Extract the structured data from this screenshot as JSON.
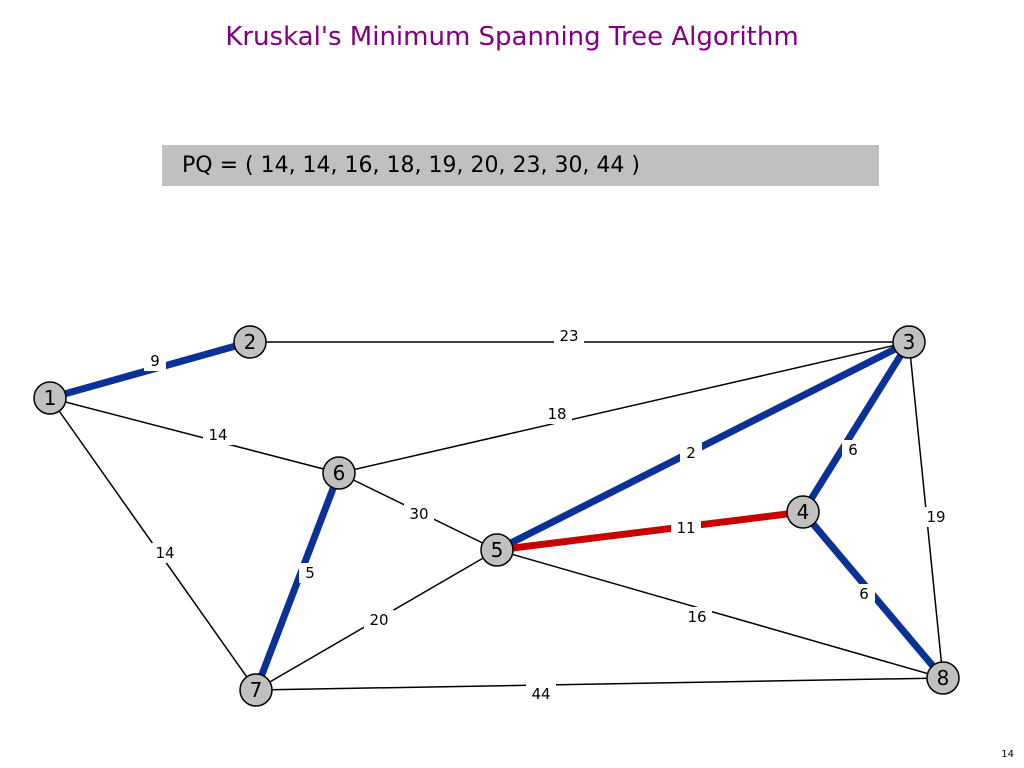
{
  "title": "Kruskal's Minimum Spanning Tree Algorithm",
  "pq_text": "PQ = ( 14, 14, 16, 18, 19, 20, 23, 30, 44 )",
  "page_number": "14",
  "colors": {
    "tree": "#0a3296",
    "current": "#c80000",
    "normal": "#000000",
    "node_fill": "#c0c0c0",
    "title": "#800080"
  },
  "nodes": [
    {
      "id": "1",
      "label": "1"
    },
    {
      "id": "2",
      "label": "2"
    },
    {
      "id": "3",
      "label": "3"
    },
    {
      "id": "4",
      "label": "4"
    },
    {
      "id": "5",
      "label": "5"
    },
    {
      "id": "6",
      "label": "6"
    },
    {
      "id": "7",
      "label": "7"
    },
    {
      "id": "8",
      "label": "8"
    }
  ],
  "edges": [
    {
      "from": "1",
      "to": "2",
      "weight": "9",
      "state": "tree"
    },
    {
      "from": "2",
      "to": "3",
      "weight": "23",
      "state": "normal"
    },
    {
      "from": "1",
      "to": "6",
      "weight": "14",
      "state": "normal"
    },
    {
      "from": "1",
      "to": "7",
      "weight": "14",
      "state": "normal"
    },
    {
      "from": "6",
      "to": "3",
      "weight": "18",
      "state": "normal"
    },
    {
      "from": "5",
      "to": "3",
      "weight": "2",
      "state": "tree"
    },
    {
      "from": "3",
      "to": "4",
      "weight": "6",
      "state": "tree"
    },
    {
      "from": "3",
      "to": "8",
      "weight": "19",
      "state": "normal"
    },
    {
      "from": "6",
      "to": "5",
      "weight": "30",
      "state": "normal"
    },
    {
      "from": "5",
      "to": "4",
      "weight": "11",
      "state": "current"
    },
    {
      "from": "4",
      "to": "8",
      "weight": "6",
      "state": "tree"
    },
    {
      "from": "6",
      "to": "7",
      "weight": "5",
      "state": "tree"
    },
    {
      "from": "7",
      "to": "5",
      "weight": "20",
      "state": "normal"
    },
    {
      "from": "5",
      "to": "8",
      "weight": "16",
      "state": "normal"
    },
    {
      "from": "7",
      "to": "8",
      "weight": "44",
      "state": "normal"
    }
  ]
}
